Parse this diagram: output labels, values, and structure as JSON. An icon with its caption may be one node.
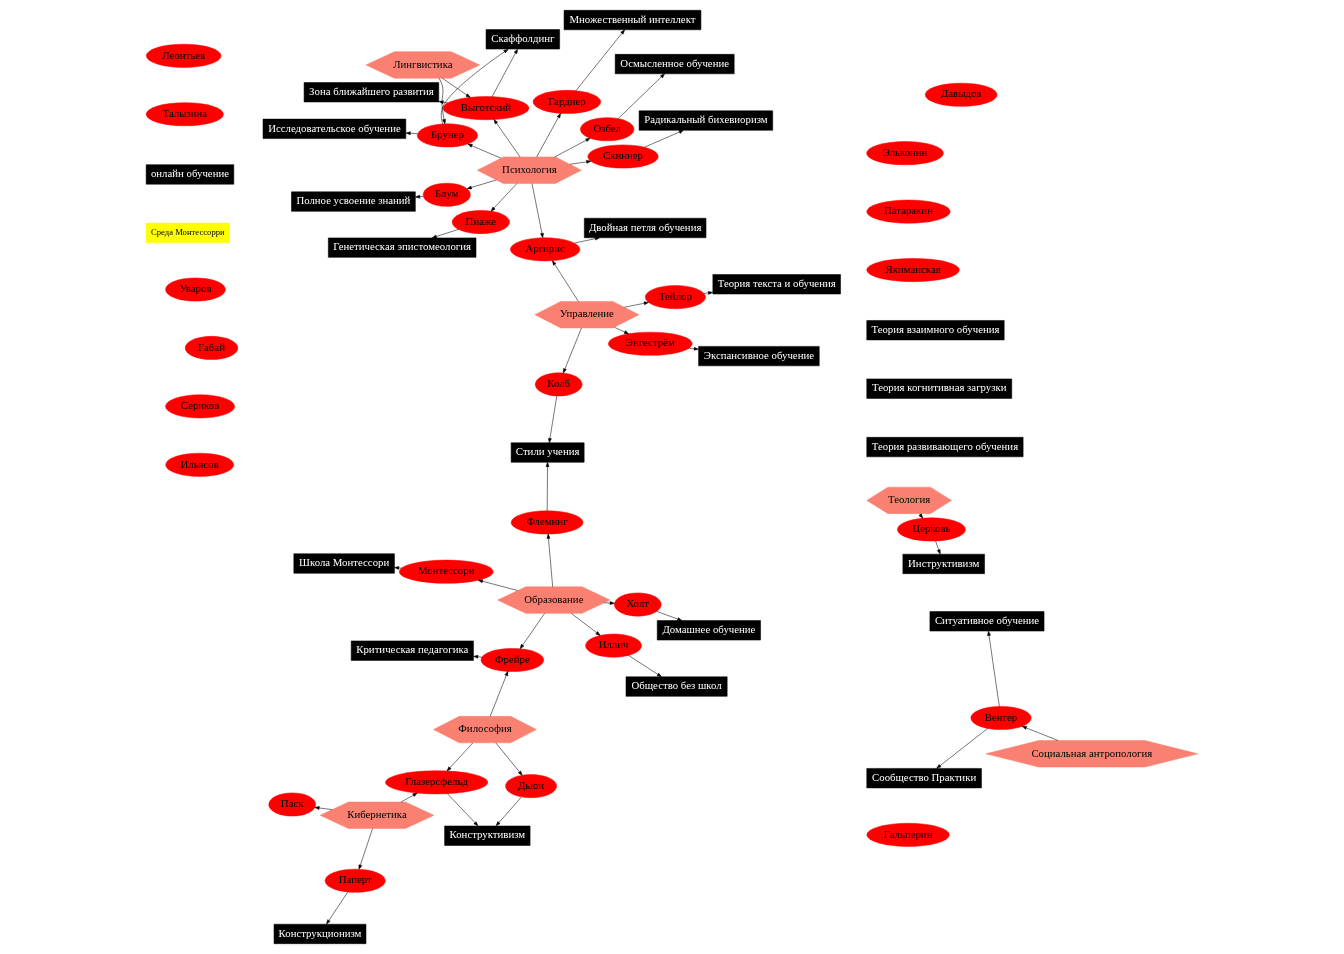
{
  "diagram": {
    "nodes": [
      {
        "text": [
          "Паск"
        ]
      },
      {
        "text": [
          "Конструктивизм"
        ]
      },
      {
        "text": [
          "Дьюи"
        ]
      },
      {
        "text": [
          "Кибернетика"
        ]
      },
      {
        "text": [
          "Глазерсфельд"
        ]
      },
      {
        "text": [
          "Паперт"
        ]
      },
      {
        "text": [
          "Конструкционизм"
        ]
      },
      {
        "text": [
          "Философия"
        ]
      },
      {
        "text": [
          "Уваров"
        ]
      },
      {
        "text": [
          "Габай"
        ]
      },
      {
        "text": [
          "Сообщество Практики"
        ]
      },
      {
        "text": [
          "Критическая педагогика"
        ]
      },
      {
        "text": [
          "Общество без школ"
        ]
      },
      {
        "text": [
          "Социальная антропология"
        ]
      },
      {
        "text": [
          "Венгер"
        ]
      },
      {
        "text": [
          "Теология"
        ]
      },
      {
        "text": [
          "Фрейре"
        ]
      },
      {
        "text": [
          "Иллич"
        ]
      },
      {
        "text": [
          "Патаракин"
        ]
      },
      {
        "text": [
          "Эльконин"
        ]
      },
      {
        "text": [
          "Ситуативное обучение"
        ]
      },
      {
        "text": [
          "Церковь"
        ]
      },
      {
        "text": [
          "Образование"
        ]
      },
      {
        "text": [
          "Теория текста и обучения"
        ]
      },
      {
        "text": [
          "Сериков"
        ]
      },
      {
        "text": [
          "Монтессори"
        ]
      },
      {
        "text": [
          "Инструктивизм"
        ]
      },
      {
        "text": [
          "Экспансивное обучение"
        ]
      },
      {
        "text": [
          "Флеминг"
        ]
      },
      {
        "text": [
          "Холт"
        ]
      },
      {
        "text": [
          "Школа Монтессори"
        ]
      },
      {
        "text": [
          "Тейлор"
        ]
      },
      {
        "text": [
          "Стили учения"
        ]
      },
      {
        "text": [
          "Энгестрём"
        ]
      },
      {
        "text": [
          "Колб"
        ]
      },
      {
        "text": [
          "Домашнее обучение"
        ]
      },
      {
        "text": [
          "Теория развивающего обучения"
        ]
      },
      {
        "text": [
          "Управление"
        ]
      },
      {
        "text": [
          "Двойная петля обучения"
        ]
      },
      {
        "text": [
          "Ильясов"
        ]
      },
      {
        "text": [
          "Теория когнитивная загрузки"
        ]
      },
      {
        "text": [
          "Теория взаимного обучения"
        ]
      },
      {
        "text": [
          "Аргирис"
        ]
      },
      {
        "text": [
          "Генетическая эпистомеология"
        ]
      },
      {
        "text": [
          "Пиаже"
        ]
      },
      {
        "text": [
          "Гальперин"
        ]
      },
      {
        "text": [
          "Давыдов"
        ]
      },
      {
        "text": [
          "Леонтьев"
        ]
      },
      {
        "text": [
          "Радикальный бихевиоризм"
        ]
      },
      {
        "text": [
          "Скиннер"
        ]
      },
      {
        "text": [
          "Талызина"
        ]
      },
      {
        "text": [
          "Психология"
        ]
      },
      {
        "text": [
          "онлайн обучение"
        ]
      },
      {
        "text": [
          "Среда Монтессорри"
        ]
      },
      {
        "text": [
          "Якиманская"
        ]
      },
      {
        "text": [
          "Блум"
        ]
      },
      {
        "text": [
          "Выготский"
        ]
      },
      {
        "text": [
          "Скаффолдинг"
        ]
      },
      {
        "text": [
          "Брунер"
        ]
      },
      {
        "text": [
          "Полное усвоение знаний"
        ]
      },
      {
        "text": [
          "Гарднер"
        ]
      },
      {
        "text": [
          "Озбел"
        ]
      },
      {
        "text": [
          "Исследовательское обучение"
        ]
      },
      {
        "text": [
          "Множественный интеллект"
        ]
      },
      {
        "text": [
          "Лингвистика"
        ]
      },
      {
        "text": [
          "Зона ближайшего развития"
        ]
      },
      {
        "text": [
          "Осмысленное обучение"
        ]
      }
    ],
    "edges": [
      {
        "from": 3,
        "to": 0,
        "arrow": "to"
      },
      {
        "from": 3,
        "to": 5,
        "arrow": "to"
      },
      {
        "from": 5,
        "to": 6,
        "arrow": "to"
      },
      {
        "from": 3,
        "to": 4,
        "arrow": "to"
      },
      {
        "from": 4,
        "to": 1,
        "arrow": "to"
      },
      {
        "from": 7,
        "to": 4,
        "arrow": "to"
      },
      {
        "from": 7,
        "to": 2,
        "arrow": "to"
      },
      {
        "from": 2,
        "to": 1,
        "arrow": "to"
      },
      {
        "from": 7,
        "to": 16,
        "arrow": "to"
      },
      {
        "from": 16,
        "to": 11,
        "arrow": "to"
      },
      {
        "from": 22,
        "to": 16,
        "arrow": "to"
      },
      {
        "from": 22,
        "to": 17,
        "arrow": "to"
      },
      {
        "from": 17,
        "to": 12,
        "arrow": "to"
      },
      {
        "from": 22,
        "to": 25,
        "arrow": "to"
      },
      {
        "from": 22,
        "to": 29,
        "arrow": "to"
      },
      {
        "from": 22,
        "to": 28,
        "arrow": "to"
      },
      {
        "from": 25,
        "to": 30,
        "arrow": "to"
      },
      {
        "from": 29,
        "to": 35,
        "arrow": "to"
      },
      {
        "from": 28,
        "to": 32,
        "arrow": "to"
      },
      {
        "from": 34,
        "to": 32,
        "arrow": "to"
      },
      {
        "from": 15,
        "to": 21,
        "arrow": "to"
      },
      {
        "from": 21,
        "to": 26,
        "arrow": "to"
      },
      {
        "from": 13,
        "to": 14,
        "arrow": "to"
      },
      {
        "from": 14,
        "to": 10,
        "arrow": "to"
      },
      {
        "from": 14,
        "to": 20,
        "arrow": "to"
      },
      {
        "from": 37,
        "to": 34,
        "arrow": "to"
      },
      {
        "from": 37,
        "to": 31,
        "arrow": "to"
      },
      {
        "from": 37,
        "to": 33,
        "arrow": "to"
      },
      {
        "from": 37,
        "to": 42,
        "arrow": "to"
      },
      {
        "from": 31,
        "to": 23,
        "arrow": "to"
      },
      {
        "from": 33,
        "to": 27,
        "arrow": "to"
      },
      {
        "from": 42,
        "to": 38,
        "arrow": "to"
      },
      {
        "from": 51,
        "to": 42,
        "arrow": "to"
      },
      {
        "from": 51,
        "to": 44,
        "arrow": "to"
      },
      {
        "from": 51,
        "to": 49,
        "arrow": "to"
      },
      {
        "from": 51,
        "to": 55,
        "arrow": "to"
      },
      {
        "from": 51,
        "to": 60,
        "arrow": "to"
      },
      {
        "from": 51,
        "to": 61,
        "arrow": "to"
      },
      {
        "from": 51,
        "to": 56,
        "arrow": "to"
      },
      {
        "from": 51,
        "to": 58,
        "arrow": "to"
      },
      {
        "from": 44,
        "to": 43,
        "arrow": "to"
      },
      {
        "from": 49,
        "to": 48,
        "arrow": "to"
      },
      {
        "from": 55,
        "to": 59,
        "arrow": "to"
      },
      {
        "from": 60,
        "to": 63,
        "arrow": "to"
      },
      {
        "from": 61,
        "to": 66,
        "arrow": "to"
      },
      {
        "from": 56,
        "to": 57,
        "arrow": "to"
      },
      {
        "from": 58,
        "to": 57,
        "arrow": "to"
      },
      {
        "from": 58,
        "to": 62,
        "arrow": "to"
      },
      {
        "from": 56,
        "to": 65,
        "arrow": "to"
      },
      {
        "from": 64,
        "to": 58,
        "arrow": "to"
      },
      {
        "from": 64,
        "to": 56,
        "arrow": "to"
      }
    ]
  }
}
